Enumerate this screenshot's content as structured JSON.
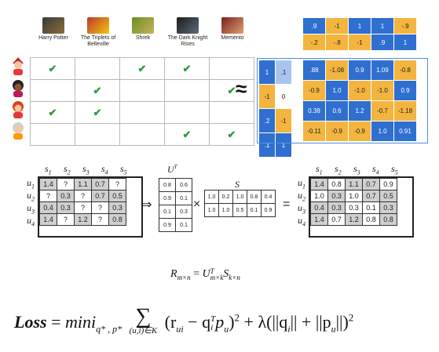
{
  "movies": [
    "Harry Potter",
    "The Triplets of Belleville",
    "Shrek",
    "The Dark Knight Rises",
    "Memento"
  ],
  "ratings_checks": [
    [
      true,
      false,
      true,
      true,
      false
    ],
    [
      false,
      true,
      false,
      false,
      true
    ],
    [
      true,
      true,
      false,
      false,
      false
    ],
    [
      false,
      false,
      false,
      true,
      true
    ]
  ],
  "check_glyph": "✔",
  "approx_symbol": "≈",
  "user_factors": [
    [
      "1",
      ".1"
    ],
    [
      "-1",
      "0"
    ],
    [
      ".2",
      "-1"
    ],
    [
      ".1",
      "1"
    ]
  ],
  "item_factors": [
    [
      ".9",
      "-1",
      "1",
      "1",
      "-.9"
    ],
    [
      "-.2",
      "-.8",
      "-1",
      ".9",
      "1"
    ]
  ],
  "predicted": [
    [
      ".88",
      "-1.08",
      "0.9",
      "1.09",
      "-0.8"
    ],
    [
      "-0.9",
      "1.0",
      "-1.0",
      "-1.0",
      "0.9"
    ],
    [
      "0.38",
      "0.6",
      "1.2",
      "-0.7",
      "-1.18"
    ],
    [
      "-0.11",
      "-0.9",
      "-0.9",
      "1.0",
      "0.91"
    ]
  ],
  "colors": {
    "blue": "#2f6fd0",
    "light_blue": "#a9c5ee",
    "orange": "#f3b53f",
    "white": "#ffffff",
    "gray": "#cfcfcf",
    "check": "#2e9b38"
  },
  "factorization": {
    "col_labels": [
      "s1",
      "s2",
      "s3",
      "s4",
      "s5"
    ],
    "row_labels": [
      "u1",
      "u2",
      "u3",
      "u4"
    ],
    "R": [
      [
        "1.4",
        "?",
        "1.1",
        "0.7",
        "?"
      ],
      [
        "?",
        "0.3",
        "?",
        "0.7",
        "0.5"
      ],
      [
        "0.4",
        "0.3",
        "?",
        "?",
        "0.3"
      ],
      [
        "1.4",
        "?",
        "1.2",
        "?",
        "0.8"
      ]
    ],
    "UT_label": "U",
    "UT_sup": "T",
    "UT": [
      [
        "0.8",
        "0.6"
      ],
      [
        "0.9",
        "0.1"
      ],
      [
        "0.1",
        "0.3"
      ],
      [
        "0.9",
        "0.1"
      ]
    ],
    "S_label": "S",
    "S": [
      [
        "1.0",
        "0.2",
        "1.0",
        "0.8",
        "0.4"
      ],
      [
        "1.0",
        "1.0",
        "0.5",
        "0.1",
        "0.9"
      ]
    ],
    "R_full": [
      [
        "1.4",
        "0.8",
        "1.1",
        "0.7",
        "0.9"
      ],
      [
        "1.0",
        "0.3",
        "1.0",
        "0.7",
        "0.5"
      ],
      [
        "0.4",
        "0.3",
        "0.3",
        "0.1",
        "0.3"
      ],
      [
        "1.4",
        "0.7",
        "1.2",
        "0.8",
        "0.8"
      ]
    ],
    "arrow": "⇒",
    "times": "×",
    "equals": "="
  },
  "formula1": {
    "lhs": "R",
    "lhs_sub": "m×n",
    "eq": "=",
    "u": "U",
    "u_sup": "T",
    "u_sub": "m×k",
    "s": "S",
    "s_sub": "k×n"
  },
  "formula2": {
    "loss": "Loss",
    "eq": "=",
    "mini": "mini",
    "mini_sub": "q* , p*",
    "sum": "∑",
    "sum_sub": "(u,i)∈K",
    "body": "(r",
    "body_sub": "ui",
    "minus": " − q",
    "q_sup": "T",
    "q_sub": "i",
    "p": "p",
    "p_sub": "u",
    "close": ")",
    "sq": "2",
    "reg": " + λ(||q",
    "reg_q_sub": "i",
    "reg_mid": "|| + ||p",
    "reg_p_sub": "u",
    "reg_close": "||)",
    "reg_sq": "2"
  }
}
